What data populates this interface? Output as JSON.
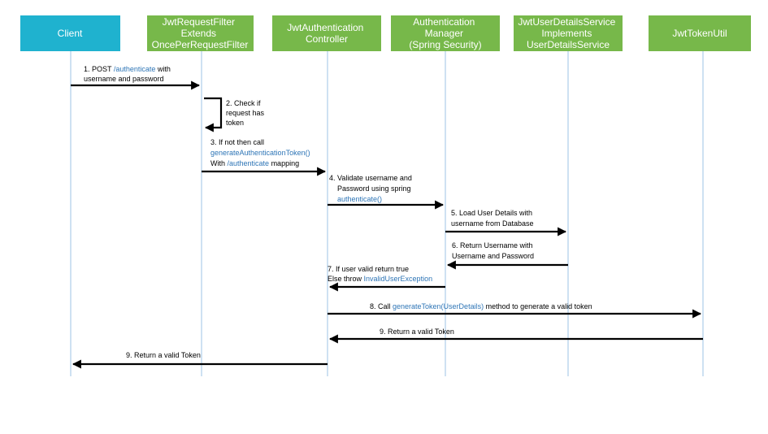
{
  "colors": {
    "client": "#1fb2cf",
    "participant": "#77b84a",
    "lifeline": "#9dc3e6",
    "highlight": "#2e75b6"
  },
  "participants": [
    {
      "id": "client",
      "lines": [
        "Client"
      ]
    },
    {
      "id": "filter",
      "lines": [
        "JwtRequestFilter",
        "Extends",
        "OncePerRequestFilter"
      ]
    },
    {
      "id": "controller",
      "lines": [
        "JwtAuthentication",
        "Controller"
      ]
    },
    {
      "id": "manager",
      "lines": [
        "Authentication",
        "Manager",
        "(Spring Security)"
      ]
    },
    {
      "id": "userdetails",
      "lines": [
        "JwtUserDetailsService",
        "Implements",
        "UserDetailsService"
      ]
    },
    {
      "id": "tokenutil",
      "lines": [
        "JwtTokenUtil"
      ]
    }
  ],
  "messages": [
    {
      "id": "m1",
      "lines": [
        [
          {
            "t": "1.  POST "
          },
          {
            "t": "/authenticate",
            "hl": true
          },
          {
            "t": " with"
          }
        ],
        [
          {
            "t": "username and password"
          }
        ]
      ]
    },
    {
      "id": "m2",
      "lines": [
        [
          {
            "t": "2. Check if"
          }
        ],
        [
          {
            "t": "request has"
          }
        ],
        [
          {
            "t": "token"
          }
        ]
      ]
    },
    {
      "id": "m3",
      "lines": [
        [
          {
            "t": "3. If not then call"
          }
        ],
        [
          {
            "t": "generateAuthenticationToken()",
            "hl": true
          }
        ],
        [
          {
            "t": "With "
          },
          {
            "t": "/authenticate",
            "hl": true
          },
          {
            "t": " mapping"
          }
        ]
      ]
    },
    {
      "id": "m4",
      "lines": [
        [
          {
            "t": "4.  Validate username and"
          }
        ],
        [
          {
            "t": "Password using spring"
          }
        ],
        [
          {
            "t": "authenticate()",
            "hl": true
          }
        ]
      ]
    },
    {
      "id": "m5",
      "lines": [
        [
          {
            "t": "5.  Load User Details with"
          }
        ],
        [
          {
            "t": "username from   Database"
          }
        ]
      ]
    },
    {
      "id": "m6",
      "lines": [
        [
          {
            "t": "6.   Return Username with"
          }
        ],
        [
          {
            "t": "Username and Password"
          }
        ]
      ]
    },
    {
      "id": "m7",
      "lines": [
        [
          {
            "t": "7. If user valid return true"
          }
        ],
        [
          {
            "t": "Else throw "
          },
          {
            "t": "InvalidUserException",
            "hl": true
          }
        ]
      ]
    },
    {
      "id": "m8",
      "lines": [
        [
          {
            "t": "8. Call "
          },
          {
            "t": "generateToken(UserDetails)",
            "hl": true
          },
          {
            "t": " method to generate a valid token"
          }
        ]
      ]
    },
    {
      "id": "m9a",
      "lines": [
        [
          {
            "t": "9. Return a valid Token"
          }
        ]
      ]
    },
    {
      "id": "m9b",
      "lines": [
        [
          {
            "t": "9. Return a valid Token"
          }
        ]
      ]
    }
  ]
}
